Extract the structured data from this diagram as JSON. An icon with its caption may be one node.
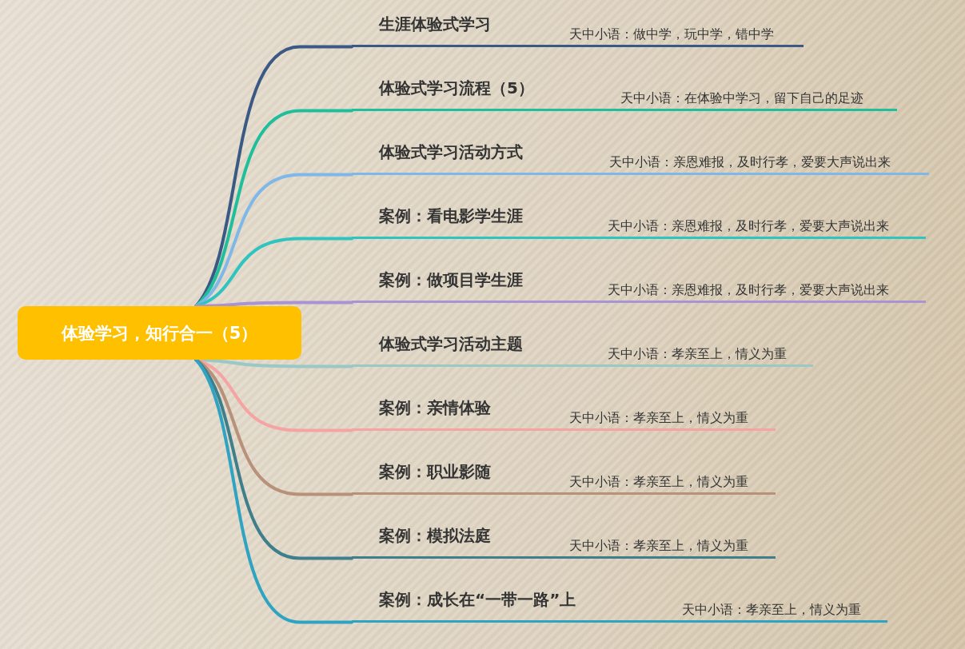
{
  "diagram": {
    "nodes": [
      {
        "text": [
          "体验学习，知行合一（5）"
        ]
      },
      {
        "text": [
          "生涯体验式学习",
          "天中小语：做中学，玩中学，错中学"
        ]
      },
      {
        "text": [
          "体验式学习流程（5）",
          "天中小语：在体验中学习，留下自己的足迹"
        ]
      },
      {
        "text": [
          "体验式学习活动方式",
          "天中小语：亲恩难报，及时行孝，爱要大声说出来"
        ]
      },
      {
        "text": [
          "案例：看电影学生涯",
          "天中小语：亲恩难报，及时行孝，爱要大声说出来"
        ]
      },
      {
        "text": [
          "案例：做项目学生涯",
          "天中小语：亲恩难报，及时行孝，爱要大声说出来"
        ]
      },
      {
        "text": [
          "体验式学习活动主题",
          "天中小语：孝亲至上，情义为重"
        ]
      },
      {
        "text": [
          "案例：亲情体验",
          "天中小语：孝亲至上，情义为重"
        ]
      },
      {
        "text": [
          "案例：职业影随",
          "天中小语：孝亲至上，情义为重"
        ]
      },
      {
        "text": [
          "案例：模拟法庭",
          "天中小语：孝亲至上，情义为重"
        ]
      },
      {
        "text": [
          "案例：成长在“一带一路”上",
          "天中小语：孝亲至上，情义为重"
        ]
      }
    ],
    "edges": [
      {
        "from": 0,
        "to": 1,
        "arrow": "none",
        "color": "#3a5a85"
      },
      {
        "from": 0,
        "to": 2,
        "arrow": "none",
        "color": "#1fbf9b"
      },
      {
        "from": 0,
        "to": 3,
        "arrow": "none",
        "color": "#7fb8e8"
      },
      {
        "from": 0,
        "to": 4,
        "arrow": "none",
        "color": "#2ec4c0"
      },
      {
        "from": 0,
        "to": 5,
        "arrow": "none",
        "color": "#a993d2"
      },
      {
        "from": 0,
        "to": 6,
        "arrow": "none",
        "color": "#9ac8c4"
      },
      {
        "from": 0,
        "to": 7,
        "arrow": "none",
        "color": "#f6a3a3"
      },
      {
        "from": 0,
        "to": 8,
        "arrow": "none",
        "color": "#b8917a"
      },
      {
        "from": 0,
        "to": 9,
        "arrow": "none",
        "color": "#3f7f8c"
      },
      {
        "from": 0,
        "to": 10,
        "arrow": "none",
        "color": "#2ea3c2"
      }
    ]
  }
}
